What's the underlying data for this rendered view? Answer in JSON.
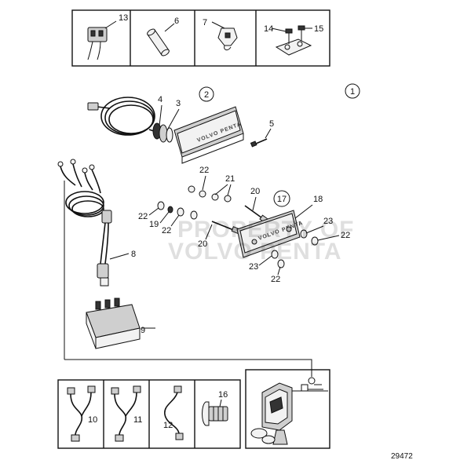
{
  "figure_number": "29472",
  "watermark": {
    "line1": "PROPERTY OF",
    "line2": "VOLVO PENTA"
  },
  "brand_marks": {
    "panel": "VOLVO PENTA",
    "plate": "VOLVO PENTA"
  },
  "callouts": {
    "c1": "1",
    "c2": "2",
    "c3": "3",
    "c4": "4",
    "c5": "5",
    "c6": "6",
    "c7": "7",
    "c8": "8",
    "c9": "9",
    "c10": "10",
    "c11": "11",
    "c12": "12",
    "c13": "13",
    "c14": "14",
    "c15": "15",
    "c16": "16",
    "c17": "17",
    "c18": "18",
    "c19": "19",
    "c20a": "20",
    "c20b": "20",
    "c21": "21",
    "c22a": "22",
    "c22b": "22",
    "c22c": "22",
    "c22d": "22",
    "c22e": "22",
    "c23a": "23",
    "c23b": "23"
  }
}
